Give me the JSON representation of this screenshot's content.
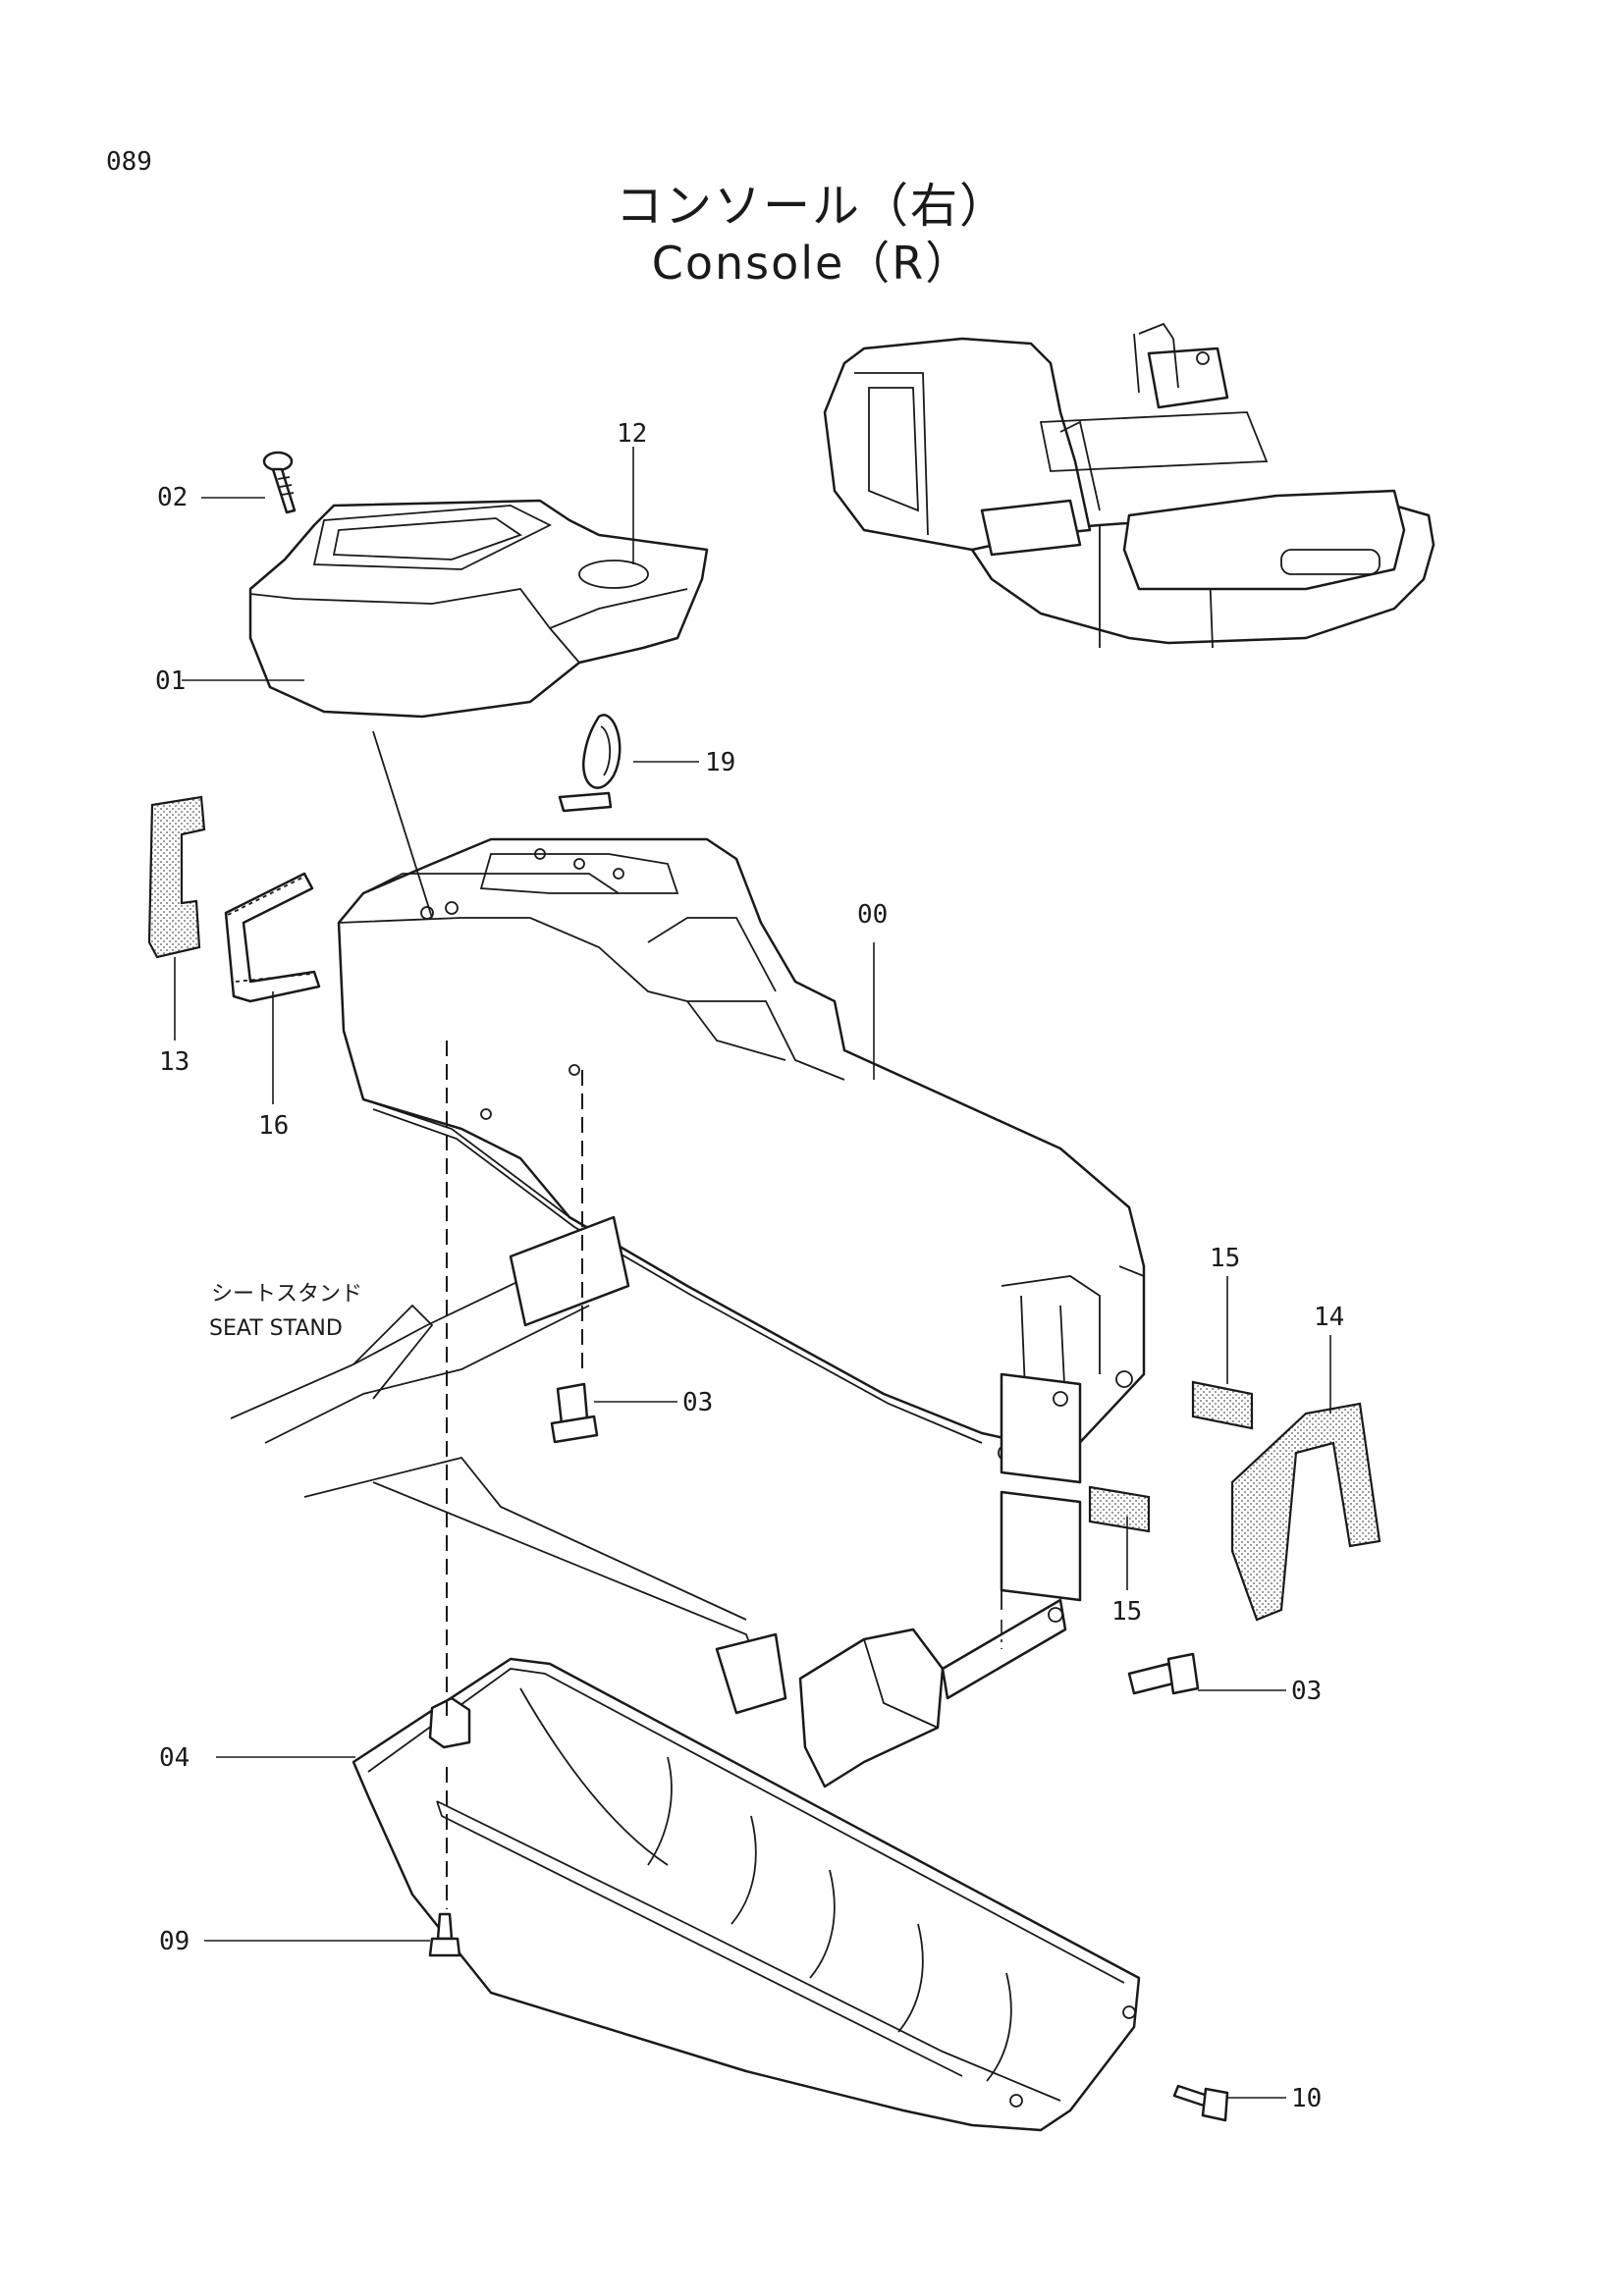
{
  "page_number": "089",
  "title_jp": "コンソール（右）",
  "title_en": "Console（R）",
  "seat_stand_label_jp": "シートスタンド",
  "seat_stand_label_en": "SEAT STAND",
  "callouts": {
    "c00": "00",
    "c01": "01",
    "c02": "02",
    "c03a": "03",
    "c03b": "03",
    "c04": "04",
    "c09": "09",
    "c10": "10",
    "c12": "12",
    "c13": "13",
    "c14": "14",
    "c15a": "15",
    "c15b": "15",
    "c16": "16",
    "c19": "19"
  }
}
